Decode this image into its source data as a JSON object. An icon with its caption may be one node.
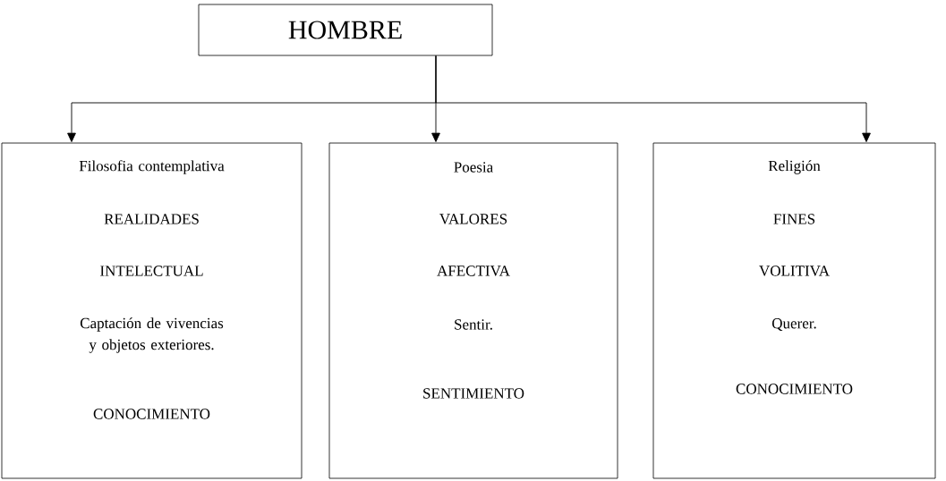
{
  "diagram": {
    "nodes": [
      {
        "text": [
          "HOMBRE"
        ]
      },
      {
        "text": [
          "Filosofia contemplativa",
          "REALIDADES",
          "INTELECTUAL",
          "Captación de vivencias y objetos exteriores.",
          "CONOCIMIENTO"
        ]
      },
      {
        "text": [
          "Poesia",
          "VALORES",
          "AFECTIVA",
          "Sentir.",
          "SENTIMIENTO"
        ]
      },
      {
        "text": [
          "Religión",
          "FINES",
          "VOLITIVA",
          "Querer.",
          "CONOCIMIENTO"
        ]
      }
    ],
    "edges": [
      {
        "from": 0,
        "to": 1,
        "arrow": "to"
      },
      {
        "from": 0,
        "to": 2,
        "arrow": "to"
      },
      {
        "from": 0,
        "to": 3,
        "arrow": "to"
      }
    ]
  }
}
